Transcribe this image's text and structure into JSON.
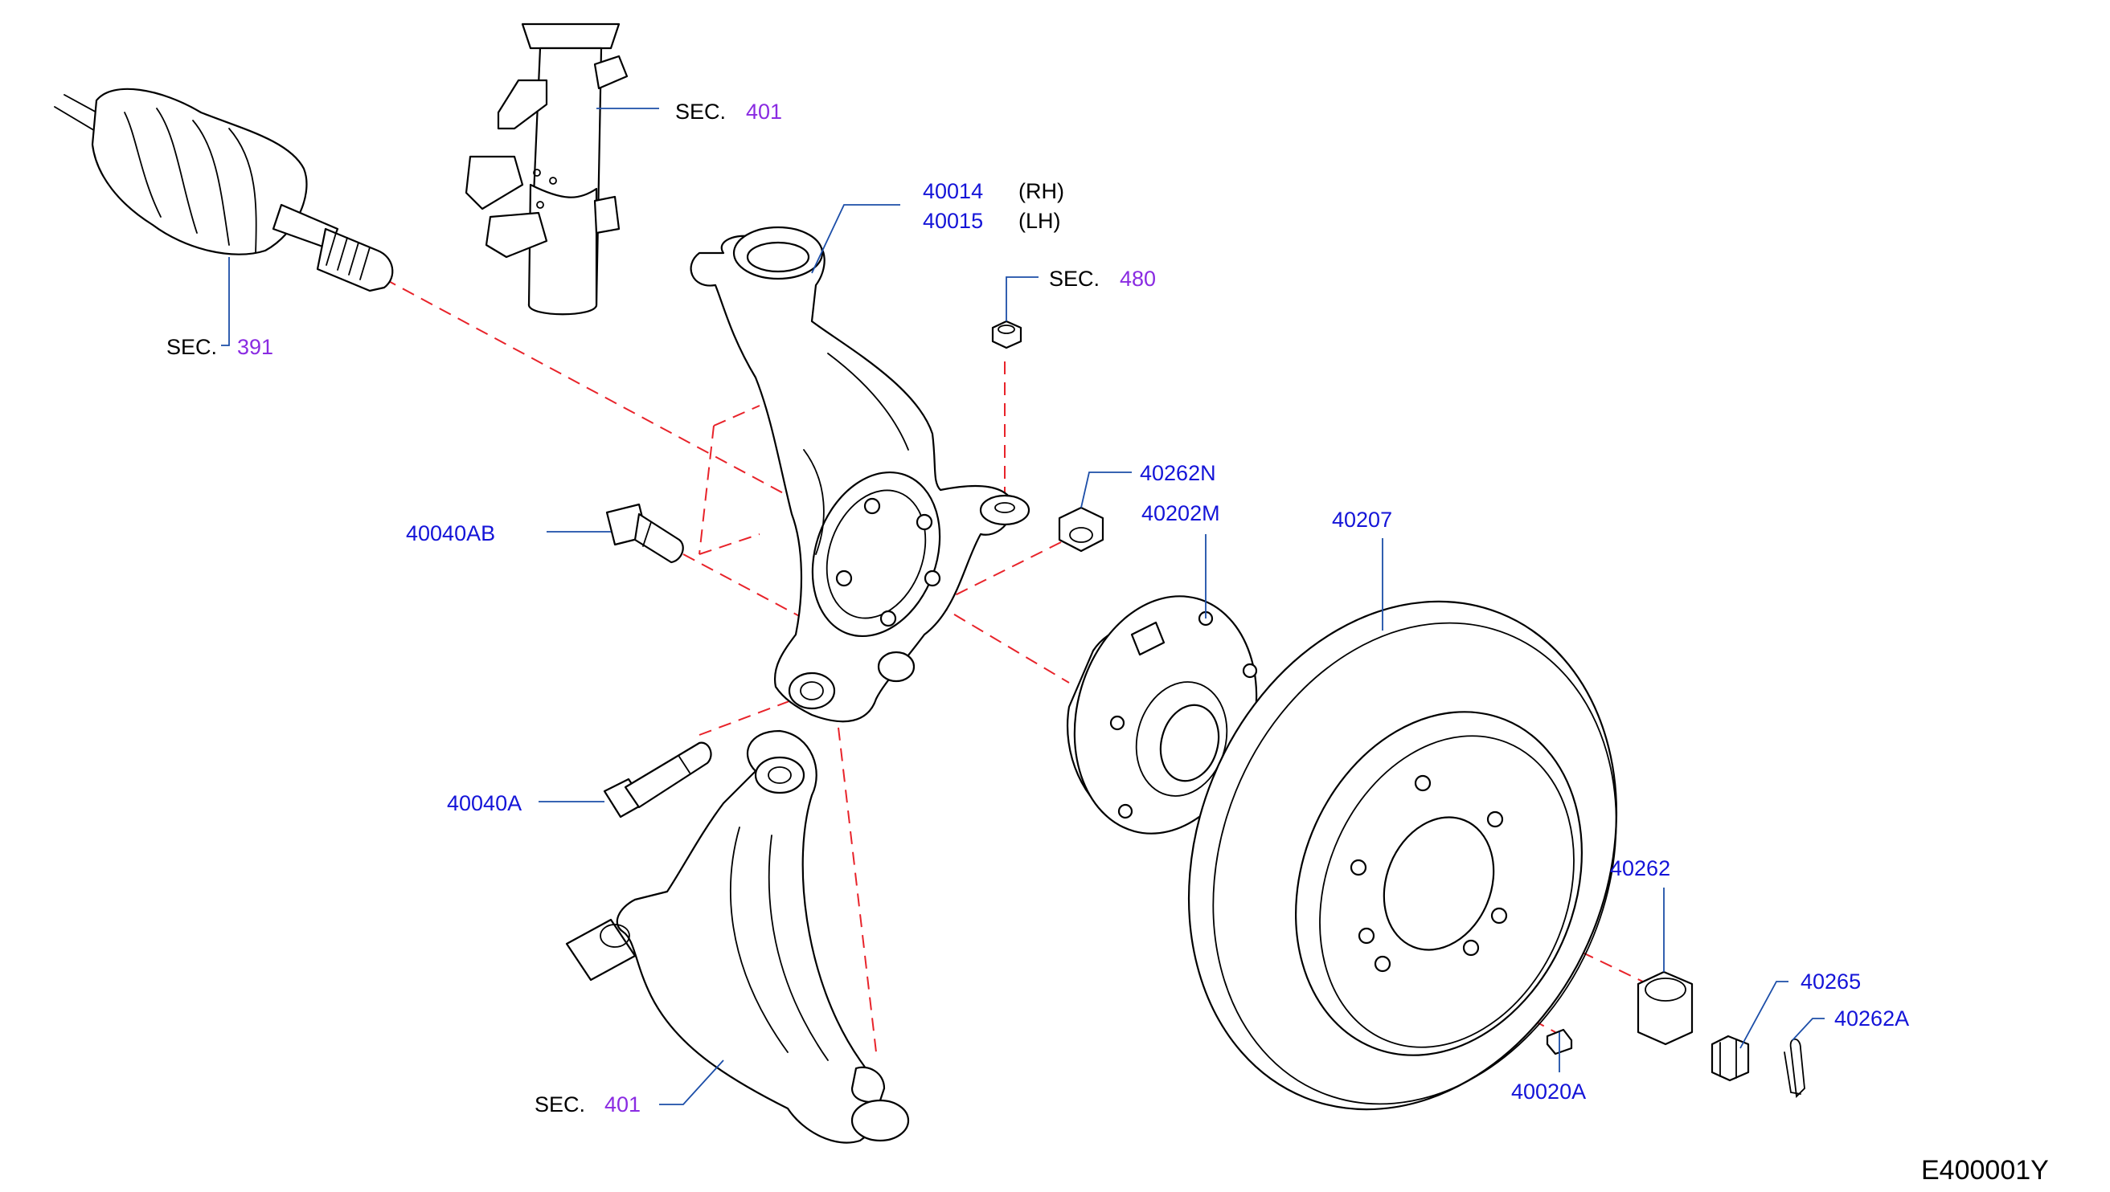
{
  "colors": {
    "part_number": "#1414d8",
    "section_number": "#8a2be2",
    "leader_line": "#1c4ea8",
    "dashed_line": "#e8232a",
    "outline": "#000000"
  },
  "labels": {
    "sec_word": "SEC.",
    "sec_401_top": "401",
    "sec_391": "391",
    "sec_480": "480",
    "sec_401_bottom": "401",
    "knuckle_rh": "40014",
    "knuckle_lh": "40015",
    "rh": "(RH)",
    "lh": "(LH)",
    "nut_40262N": "40262N",
    "hub_40202M": "40202M",
    "rotor_40207": "40207",
    "bolt_40040AB": "40040AB",
    "bolt_40040A": "40040A",
    "nut_40262": "40262",
    "cap_40265": "40265",
    "pin_40262A": "40262A",
    "screw_40020A": "40020A"
  },
  "diagram_code": "E400001Y"
}
